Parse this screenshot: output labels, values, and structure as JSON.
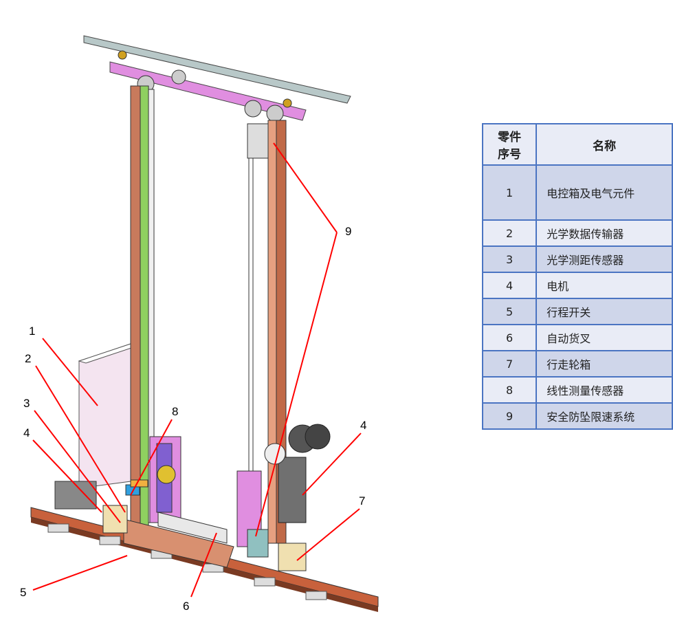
{
  "callouts": [
    "1",
    "2",
    "3",
    "4",
    "4",
    "5",
    "6",
    "7",
    "8",
    "9"
  ],
  "table": {
    "header": {
      "number": "零件\n序号",
      "number_l1": "零件",
      "number_l2": "序号",
      "name": "名称"
    },
    "rows": [
      {
        "number": "1",
        "name": "电控箱及电气元件"
      },
      {
        "number": "2",
        "name": "光学数据传输器"
      },
      {
        "number": "3",
        "name": "光学测距传感器"
      },
      {
        "number": "4",
        "name": "电机"
      },
      {
        "number": "5",
        "name": "行程开关"
      },
      {
        "number": "6",
        "name": "自动货叉"
      },
      {
        "number": "7",
        "name": "行走轮箱"
      },
      {
        "number": "8",
        "name": "线性测量传感器"
      },
      {
        "number": "9",
        "name": "安全防坠限速系统"
      }
    ]
  },
  "colors": {
    "border": "#4a74c2",
    "row_light": "#e9ecf6",
    "row_dark": "#cfd6ea",
    "callout_line": "#ff0000"
  }
}
